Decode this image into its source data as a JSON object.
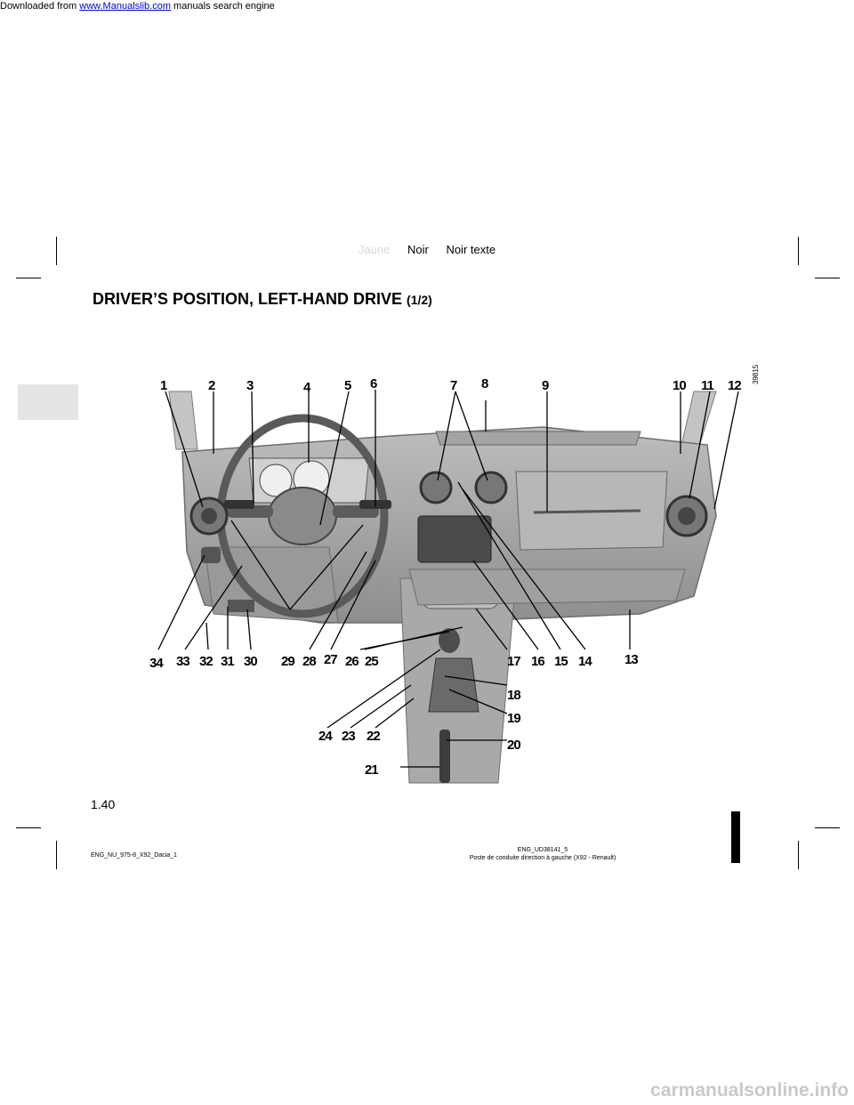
{
  "banner": {
    "prefix": "Downloaded from ",
    "link": "www.Manualslib.com",
    "suffix": " manuals search engine"
  },
  "color_labels": [
    "Jaune",
    "Noir",
    "Noir texte"
  ],
  "title": {
    "main": "DRIVER’S POSITION, LEFT-HAND DRIVE",
    "part": "(1/2)"
  },
  "figure": {
    "ref_code": "39815",
    "callouts": [
      "1",
      "2",
      "3",
      "4",
      "5",
      "6",
      "7",
      "8",
      "9",
      "10",
      "11",
      "12",
      "13",
      "14",
      "15",
      "16",
      "17",
      "18",
      "19",
      "20",
      "21",
      "22",
      "23",
      "24",
      "25",
      "26",
      "27",
      "28",
      "29",
      "30",
      "31",
      "32",
      "33",
      "34"
    ]
  },
  "page_number": "1.40",
  "footer": {
    "left": "ENG_NU_975-8_X92_Dacia_1",
    "center_line1": "ENG_UD38141_5",
    "center_line2": "Poste de conduite direction à gauche (X92 - Renault)"
  },
  "watermark": "carmanualsonline.info"
}
